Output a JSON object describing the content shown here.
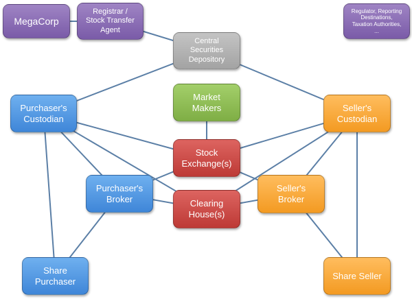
{
  "nodes": {
    "megacorp": {
      "label": "MegaCorp",
      "color": "#8a6db7"
    },
    "registrar": {
      "label": "Registrar /\nStock Transfer\nAgent",
      "color": "#8a6db7"
    },
    "regulator": {
      "label": "Regulator, Reporting\nDestinations,\nTaxation Authorities,\n...",
      "color": "#8a6db7"
    },
    "csd": {
      "label": "Central\nSecurities\nDepository",
      "color": "#b3b3b3"
    },
    "market": {
      "label": "Market\nMakers",
      "color": "#90c055"
    },
    "pcust": {
      "label": "Purchaser's\nCustodian",
      "color": "#4a90e2"
    },
    "scust": {
      "label": "Seller's\nCustodian",
      "color": "#f7a230"
    },
    "exchange": {
      "label": "Stock\nExchange(s)",
      "color": "#c9443f"
    },
    "pbroker": {
      "label": "Purchaser's\nBroker",
      "color": "#4a90e2"
    },
    "sbroker": {
      "label": "Seller's\nBroker",
      "color": "#f7a230"
    },
    "clearing": {
      "label": "Clearing\nHouse(s)",
      "color": "#c9443f"
    },
    "purchaser": {
      "label": "Share\nPurchaser",
      "color": "#4a90e2"
    },
    "seller": {
      "label": "Share Seller",
      "color": "#f7a230"
    }
  },
  "edge_color": "#5b7fa6",
  "edges": [
    [
      "megacorp",
      "registrar"
    ],
    [
      "registrar",
      "csd"
    ],
    [
      "csd",
      "pcust"
    ],
    [
      "csd",
      "scust"
    ],
    [
      "market",
      "exchange"
    ],
    [
      "pcust",
      "pbroker"
    ],
    [
      "pcust",
      "exchange"
    ],
    [
      "pcust",
      "clearing"
    ],
    [
      "pcust",
      "purchaser"
    ],
    [
      "scust",
      "sbroker"
    ],
    [
      "scust",
      "exchange"
    ],
    [
      "scust",
      "clearing"
    ],
    [
      "scust",
      "seller"
    ],
    [
      "exchange",
      "pbroker"
    ],
    [
      "exchange",
      "sbroker"
    ],
    [
      "clearing",
      "pbroker"
    ],
    [
      "clearing",
      "sbroker"
    ],
    [
      "pbroker",
      "purchaser"
    ],
    [
      "sbroker",
      "seller"
    ]
  ]
}
